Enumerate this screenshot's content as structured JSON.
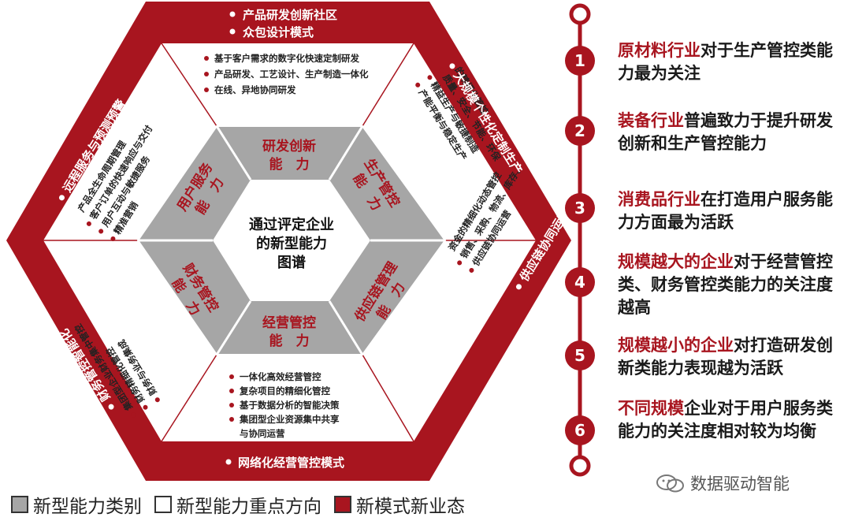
{
  "center": {
    "lines": [
      "通过评定企业",
      "的新型能力",
      "图谱"
    ]
  },
  "inner_hex": [
    {
      "id": "rd",
      "lines": [
        "研发创新",
        "能　力"
      ]
    },
    {
      "id": "prod",
      "lines": [
        "生产管控",
        "能　力"
      ]
    },
    {
      "id": "supply",
      "lines": [
        "供应链管理",
        "能　力"
      ]
    },
    {
      "id": "ops",
      "lines": [
        "经营管控",
        "能　力"
      ]
    },
    {
      "id": "fin",
      "lines": [
        "财务管控",
        "能　力"
      ]
    },
    {
      "id": "user",
      "lines": [
        "用户服务",
        "能　力"
      ]
    }
  ],
  "middle": {
    "top": [
      "基于客户需求的数字化快速定制研发",
      "产品研发、工艺设计、生产制造一体化",
      "在线、异地协同研发"
    ],
    "upper_right": [
      "产能平衡与稳定生产",
      "精益生产与敏捷制造",
      "质量、安全、节能、环保",
      "的精细化管控"
    ],
    "lower_right": [
      "供应链协同运营",
      "销售、采购、物流、库存、",
      "资金的精细化动态管控"
    ],
    "bottom": [
      "一体化高效经营管控",
      "复杂项目的精细化管控",
      "基于数据分析的智能决策",
      "集团型企业资源集中共享",
      "与协同运营"
    ],
    "lower_left": [
      "财务与业务集成",
      "财务精细化管控",
      "集团型企业财务集中管控"
    ],
    "upper_left": [
      "精准营销",
      "用户互动与敏捷服务",
      "客户订单的快速响应与交付",
      "产品全生命周期管理"
    ]
  },
  "outer": {
    "top": [
      "产品研发创新社区",
      "众包设计模式"
    ],
    "upper_right": "大规模个性化定制生产",
    "lower_right": "供应链协同运营模式",
    "bottom": "网络化经营管控模式",
    "lower_left": "财务管控智能化",
    "upper_left": "远程服务与预测预警"
  },
  "timeline": [
    {
      "num": "1",
      "highlight": "原材料行业",
      "rest": "对于生产管控类能力最为关注"
    },
    {
      "num": "2",
      "highlight": "装备行业",
      "rest": "普遍致力于提升研发创新和生产管控能力"
    },
    {
      "num": "3",
      "highlight": "消费品行业",
      "rest": "在打造用户服务能力方面最为活跃"
    },
    {
      "num": "4",
      "highlight": "规模越大的企业",
      "rest": "对于经营管控类、财务管控类能力的关注度越高"
    },
    {
      "num": "5",
      "highlight": "规模越小的企业",
      "rest": "对打造研发创新类能力表现越为活跃"
    },
    {
      "num": "6",
      "highlight": "不同规模",
      "rest": "企业对于用户服务类能力的关注度相对较为均衡"
    }
  ],
  "legend": [
    {
      "label": "新型能力类别",
      "color": "#a6a6a6"
    },
    {
      "label": "新型能力重点方向",
      "color": "#ffffff"
    },
    {
      "label": "新模式新业态",
      "color": "#a8151f"
    }
  ],
  "watermark": "数据驱动智能",
  "colors": {
    "red": "#a8151f",
    "gray": "#a6a6a6"
  }
}
